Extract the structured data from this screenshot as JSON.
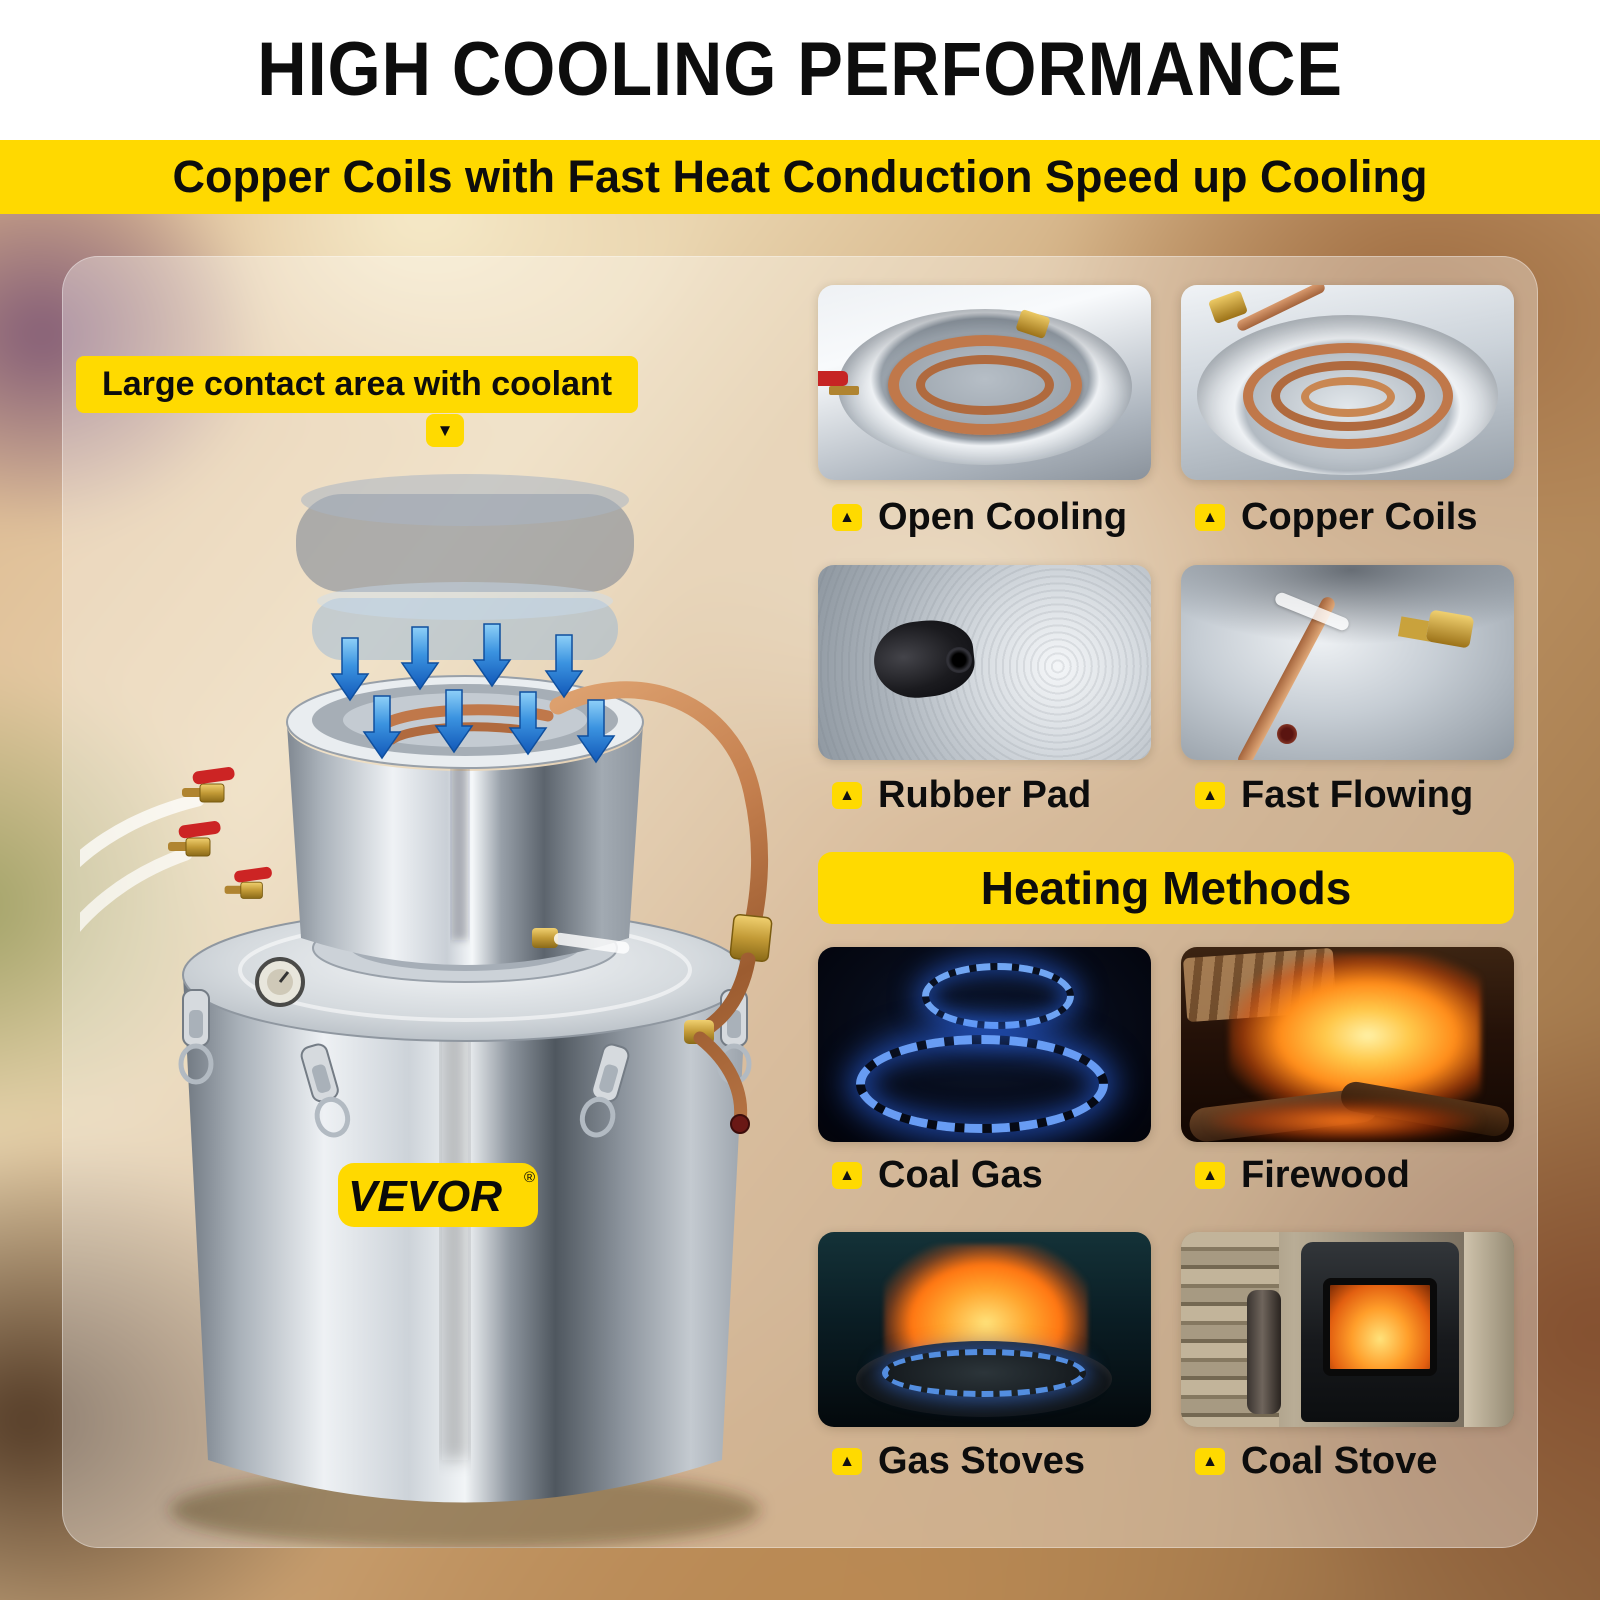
{
  "header": {
    "title": "HIGH COOLING PERFORMANCE",
    "subtitle": "Copper Coils with Fast Heat Conduction Speed up Cooling"
  },
  "callout": {
    "text": "Large contact area with coolant"
  },
  "icons": {
    "label_badge": "▲",
    "callout_marker": "▼"
  },
  "brand": {
    "name": "VEVOR",
    "reg": "®"
  },
  "features": [
    {
      "label": "Open Cooling"
    },
    {
      "label": "Copper Coils"
    },
    {
      "label": "Rubber Pad"
    },
    {
      "label": "Fast Flowing"
    }
  ],
  "heating": {
    "title": "Heating Methods",
    "methods": [
      {
        "label": "Coal Gas"
      },
      {
        "label": "Firewood"
      },
      {
        "label": "Gas Stoves"
      },
      {
        "label": "Coal Stove"
      }
    ]
  },
  "colors": {
    "accent_yellow": "#FFD900",
    "title_black": "#0D0D0D",
    "copper": "#C0784A",
    "steel": "#C6CCD3"
  }
}
